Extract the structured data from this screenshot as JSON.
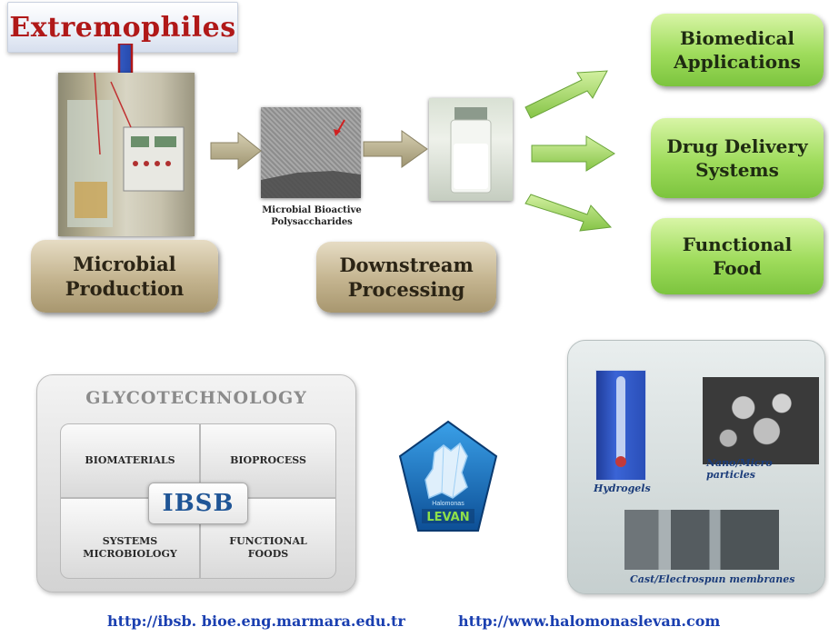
{
  "banner": {
    "label": "Extremophiles"
  },
  "stages": {
    "production": {
      "line1": "Microbial",
      "line2": "Production"
    },
    "polysaccharides": {
      "line1": "Microbial Bioactive",
      "line2": "Polysaccharides"
    },
    "downstream": {
      "line1": "Downstream",
      "line2": "Processing"
    }
  },
  "applications": [
    {
      "line1": "Biomedical",
      "line2": "Applications"
    },
    {
      "line1": "Drug Delivery",
      "line2": "Systems"
    },
    {
      "line1": "Functional",
      "line2": "Food"
    }
  ],
  "glycotechnology": {
    "title": "GLYCOTECHNOLOGY",
    "center": "IBSB",
    "cells": {
      "biomaterials": {
        "line1": "BIOMATERIALS"
      },
      "bioprocess": {
        "line1": "BIOPROCESS"
      },
      "systems": {
        "line1": "SYSTEMS",
        "line2": "MICROBIOLOGY"
      },
      "functional": {
        "line1": "FUNCTIONAL",
        "line2": "FOODS"
      }
    }
  },
  "materials": {
    "hydrogels": "Hydrogels",
    "particles": "Nano/Micro particles",
    "membranes": "Cast/Electrospun membranes"
  },
  "logo": {
    "word": "LEVAN",
    "small": "Halomonas"
  },
  "links": {
    "ibsb": "http://ibsb. bioe.eng.marmara.edu.tr",
    "halomonas": "http://www.halomonaslevan.com"
  },
  "colors": {
    "banner_text": "#b01818",
    "tan": "#c3b38e",
    "green": "#9fdc5c",
    "arrow": "#b6ad8a",
    "link": "#1a3fb0",
    "ibsb": "#1f5596",
    "logo_blue": "#1b78c8"
  }
}
